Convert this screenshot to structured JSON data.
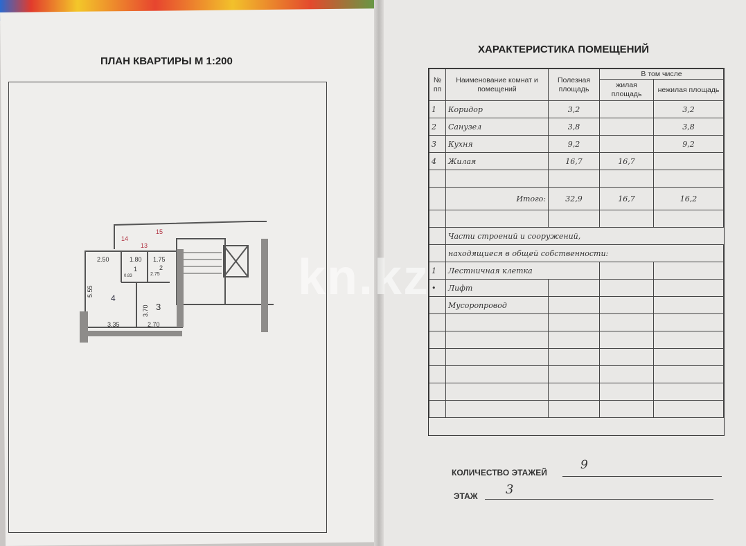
{
  "left_page": {
    "title": "ПЛАН КВАРТИРЫ  М 1:200",
    "plan_labels": {
      "marker_14": "14",
      "marker_15": "15",
      "marker_13": "13",
      "dim_250": "2.50",
      "dim_180": "1.80",
      "dim_175": "1.75",
      "dim_555": "5.55",
      "dim_370": "3.70",
      "dim_335": "3.35",
      "dim_270": "2.70",
      "dim_275": "2.75",
      "dim_083": "0.83",
      "room_1": "1",
      "room_2": "2",
      "room_3": "3",
      "room_4": "4"
    }
  },
  "right_page": {
    "title": "ХАРАКТЕРИСТИКА ПОМЕЩЕНИЙ",
    "table": {
      "headers": {
        "num": "№ пп",
        "name": "Наименование комнат и помещений",
        "useful_area": "Полезная площадь",
        "including": "В том числе",
        "living_area": "жилая площадь",
        "nonliving_area": "нежилая площадь"
      },
      "rows": [
        {
          "num": "1",
          "name": "Коридор",
          "useful": "3,2",
          "living": "",
          "nonliving": "3,2"
        },
        {
          "num": "2",
          "name": "Санузел",
          "useful": "3,8",
          "living": "",
          "nonliving": "3,8"
        },
        {
          "num": "3",
          "name": "Кухня",
          "useful": "9,2",
          "living": "",
          "nonliving": "9,2"
        },
        {
          "num": "4",
          "name": "Жилая",
          "useful": "16,7",
          "living": "16,7",
          "nonliving": ""
        }
      ],
      "total": {
        "label": "Итого:",
        "useful": "32,9",
        "living": "16,7",
        "nonliving": "16,2"
      },
      "common_header_1": "Части строений и сооружений,",
      "common_header_2": "находящиеся в общей собственности:",
      "common_items": [
        {
          "num": "1",
          "name": "Лестничная клетка"
        },
        {
          "num": "•",
          "name": "Лифт"
        },
        {
          "num": "",
          "name": "Мусоропровод"
        }
      ]
    },
    "floors_label": "КОЛИЧЕСТВО ЭТАЖЕЙ",
    "floors_value": "9",
    "floor_label": "ЭТАЖ",
    "floor_value": "3"
  },
  "watermark": "kn.kz"
}
